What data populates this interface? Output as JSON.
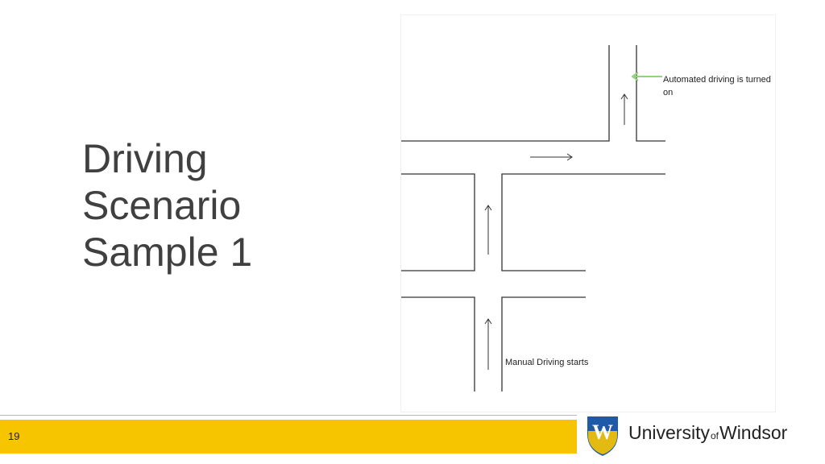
{
  "slide": {
    "title_lines": [
      "Driving",
      "Scenario",
      "Sample 1"
    ],
    "page_number": "19"
  },
  "diagram": {
    "automated_label_line1": "Automated driving is turned",
    "automated_label_line2": "on",
    "manual_label": "Manual Driving starts"
  },
  "logo": {
    "word1": "University",
    "word2": "of",
    "word3": "Windsor",
    "crest_letter": "W"
  },
  "colors": {
    "footer_bar": "#f7c400",
    "crest_blue": "#1e5aa8",
    "annotation_arrow": "#8fd47a"
  }
}
